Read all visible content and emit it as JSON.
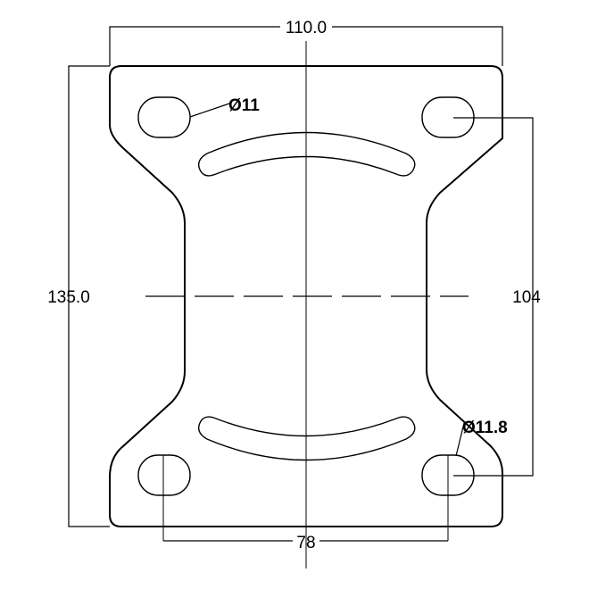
{
  "drawing": {
    "type": "mounting plate technical drawing",
    "colors": {
      "line": "#000000",
      "background": "#ffffff"
    },
    "dimensions": {
      "overall_width": "110.0",
      "overall_height": "135.0",
      "hole_vertical_spacing": "104",
      "hole_horizontal_spacing": "78"
    },
    "callouts": {
      "top_hole_diameter": "Ø11",
      "bottom_hole_diameter": "Ø11.8"
    },
    "features": {
      "mounting_holes": 4,
      "arc_slots": 2
    }
  }
}
